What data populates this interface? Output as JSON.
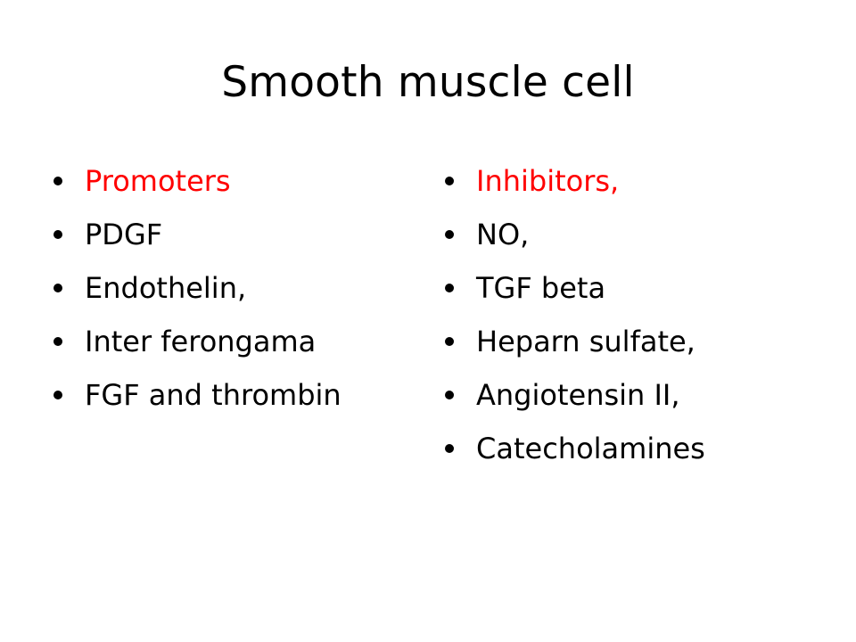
{
  "slide": {
    "title": "Smooth muscle cell",
    "accent_color": "#ff0000",
    "text_color": "#000000",
    "bullet_icon": "round-bullet",
    "left_column": {
      "items": [
        "Promoters",
        "PDGF",
        "Endothelin,",
        "Inter ferongama",
        "FGF and thrombin"
      ]
    },
    "right_column": {
      "items": [
        "Inhibitors,",
        "NO,",
        "TGF beta",
        "Heparn sulfate,",
        "Angiotensin II,",
        "Catecholamines"
      ]
    }
  }
}
